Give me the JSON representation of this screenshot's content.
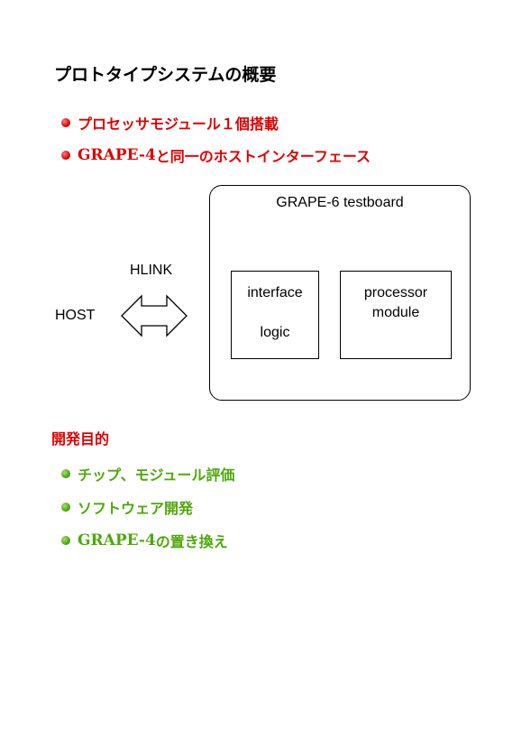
{
  "title": "プロトタイプシステムの概要",
  "features": [
    {
      "text": "プロセッサモジュール１個搭載"
    },
    {
      "prefix": "GRAPE-4",
      "text": " と同一のホストインターフェース"
    }
  ],
  "diagram": {
    "host_label": "HOST",
    "hlink_label": "HLINK",
    "board_title": "GRAPE-6 testboard",
    "module1": {
      "line1": "interface",
      "line2": "logic"
    },
    "module2": {
      "line1": "processor",
      "line2": "module"
    }
  },
  "purpose_heading": "開発目的",
  "purposes": [
    {
      "text": "チップ、モジュール評価"
    },
    {
      "text": "ソフトウェア開発"
    },
    {
      "prefix": "GRAPE-4",
      "text": " の置き換え"
    }
  ],
  "colors": {
    "red": "#e00000",
    "green": "#4ea80a"
  }
}
